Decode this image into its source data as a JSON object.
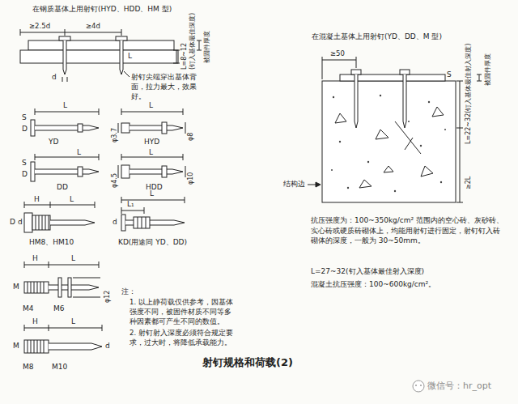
{
  "diagram": {
    "title": "射钉规格和荷载(2)",
    "labels": [
      "在钢质基体上用射钉(HYD、HDD、HM 型)",
      "≥2.5d",
      "≥4d",
      "L=8~12",
      "(钉入基体最佳深度)",
      "被固件厚度",
      "射钉尖端穿出基体背面，拉力最大，效果好。",
      "d",
      "L",
      "L",
      "S",
      "D",
      "YD",
      "L",
      "φ3.7",
      "φ8",
      "HYD",
      "L",
      "S",
      "D",
      "DD",
      "L",
      "φ4.5",
      "φ10",
      "HDD",
      "H",
      "L",
      "D",
      "d",
      "HM8、HM10",
      "L",
      "L₁",
      "d",
      "KD(用途同 YD、DD)",
      "H",
      "L",
      "M",
      "φ12",
      "M4",
      "M6",
      "H",
      "L",
      "M",
      "d",
      "M8",
      "M10",
      "注：",
      "1. 以上静荷载仅供参考，因基体强度不同，被固件材质不同等多种因素都可产生不同的数值。",
      "2. 射钉射入深度必须符合规定要求，过大时，将降低承载能力。",
      "在混凝土基体上用射钉(YD、DD、M 型)",
      "≥50",
      "S",
      "L=22~32(钉入基体最佳射入深度)",
      "被固件厚度",
      "≥2L",
      "结构边",
      "抗压强度为：100~350kg/cm² 范围内的空心砖、灰砂砖、实心砖或硬质砖砌体上，均能用射钉进行固定，射钉钉入砖砌体的深度，一般为 30~50mm。",
      "L=27~32(钉入基体最佳射入深度)",
      "混凝土抗压强度：100~600kg/cm²。",
      "微信号：hr_opt"
    ]
  }
}
